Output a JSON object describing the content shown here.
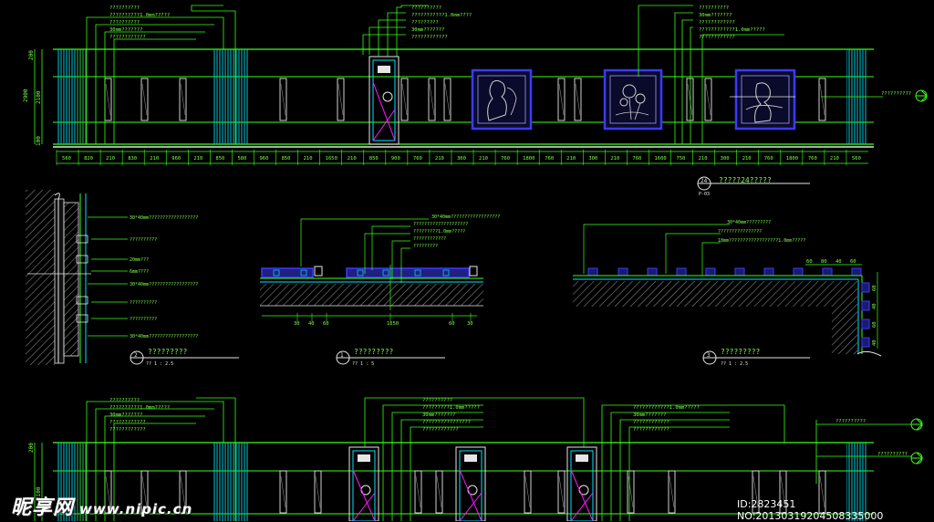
{
  "colors": {
    "background": "#000000",
    "line": "#39ff14",
    "label": "#7dff4a",
    "cyan": "#00e5ff",
    "magenta": "#ff1aff",
    "blue": "#3a3aff",
    "white": "#e6e6e6",
    "yellow": "#ffee33"
  },
  "top_elevation": {
    "dims_left": [
      "200",
      "2900",
      "2100",
      "100"
    ],
    "dims_bottom": [
      "560",
      "820",
      "210",
      "830",
      "210",
      "960",
      "210",
      "850",
      "580",
      "960",
      "850",
      "210",
      "1650",
      "210",
      "850",
      "900",
      "760",
      "210",
      "300",
      "210",
      "760",
      "1800",
      "760",
      "210",
      "300",
      "210",
      "760",
      "1600",
      "750",
      "210",
      "300",
      "210",
      "760",
      "1800",
      "760",
      "210",
      "560"
    ],
    "callouts_a": [
      "??????????",
      "??????????1.0mm?????",
      "??????????",
      "30mm???????",
      "????????????"
    ],
    "callouts_b": [
      "??????????",
      "???????????1.0mm????",
      "?????????",
      "30mm???????",
      "????????????"
    ],
    "callouts_c": [
      "??????????",
      "30mm???????",
      "????????????",
      "????????????1.0mm?????",
      "????????????"
    ],
    "right_callout": "??????????"
  },
  "sheet_ref": {
    "num": "24",
    "code": "P-03",
    "title": "?????24?????"
  },
  "section_1": {
    "labels": [
      "30*40mm??????????????????",
      "??????????",
      "20mm???",
      "6mm????",
      "30*40mm??????????????????",
      "??????????",
      "??????????",
      "30*40mm??????????????????"
    ],
    "tag_num": "2",
    "title": "?????????",
    "scale": "??  1 : 2.5"
  },
  "section_2": {
    "labels": [
      "30*40mm??????????????????",
      "????????????????????",
      "?????????1.0mm?????",
      "????????????",
      "?????????"
    ],
    "dims": [
      "30",
      "40",
      "60",
      "1650",
      "60",
      "30"
    ],
    "tag_num": "1",
    "title": "?????????",
    "scale": "??  1 : 5"
  },
  "section_3": {
    "labels": [
      "30*40mm?????????",
      "????????????????",
      "18mm??????????????????1.0mm?????"
    ],
    "dims_top": [
      "60",
      "80",
      "40",
      "60"
    ],
    "dims_side": [
      "60",
      "40",
      "60",
      "40"
    ],
    "tag_num": "3",
    "title": "?????????",
    "scale": "??  1 : 2.5"
  },
  "bottom_elevation": {
    "dims_left": [
      "200",
      "2100"
    ],
    "callouts_a": [
      "??????????",
      "??????????1.0mm?????",
      "30mm???????",
      "????????????",
      "????????????"
    ],
    "callouts_b": [
      "??????????",
      "?????????1.0mm?????",
      "30mm???????",
      "????????????????",
      "????????????"
    ],
    "callouts_c": [
      "????????????1.0mm?????",
      "30mm???????",
      "????????????",
      "????????????"
    ],
    "right_callout_1": "??????????",
    "right_callout_2": "??????????"
  },
  "watermark": {
    "logo": "昵享网",
    "url": "www.nipic.cn"
  },
  "identifier": "ID:2823451 NO:20130319204508335000"
}
